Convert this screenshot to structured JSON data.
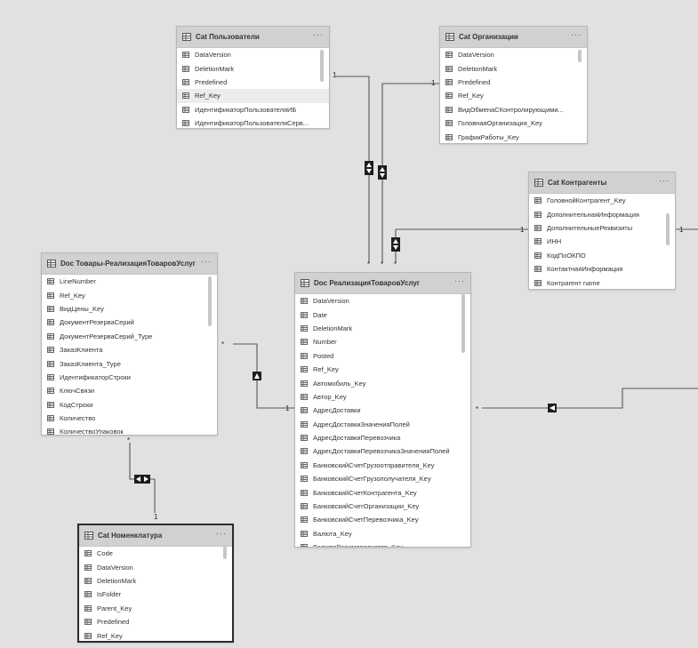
{
  "tables": {
    "users": {
      "title": "Cat Пользователи",
      "fields": [
        "DataVersion",
        "DeletionMark",
        "Predefined",
        "Ref_Key",
        "ИдентификаторПользователяИБ",
        "ИдентификаторПользователяСерв..."
      ]
    },
    "orgs": {
      "title": "Cat Организации",
      "fields": [
        "DataVersion",
        "DeletionMark",
        "Predefined",
        "Ref_Key",
        "ВидОбменаСКонтролирующими...",
        "ГоловнаяОрганизация_Key",
        "ГрафикРаботы_Key"
      ]
    },
    "contractors": {
      "title": "Cat Контрагенты",
      "fields": [
        "ГоловнойКонтрагент_Key",
        "ДополнительнаяИнформация",
        "ДополнительныеРеквизиты",
        "ИНН",
        "КодПоОКПО",
        "КонтактнаяИнформация",
        "Контрагент name"
      ]
    },
    "goods": {
      "title": "Doc Товары-РеализацияТоваровУслуг",
      "fields": [
        "LineNumber",
        "Ref_Key",
        "ВидЦены_Key",
        "ДокументРезерваСерий",
        "ДокументРезерваСерий_Type",
        "ЗаказКлиента",
        "ЗаказКлиента_Type",
        "ИдентификаторСтроки",
        "КлючСвязи",
        "КодСтроки",
        "Количество",
        "КоличествоУпаковок"
      ]
    },
    "sales": {
      "title": "Doc РеализацияТоваровУслуг",
      "fields": [
        "DataVersion",
        "Date",
        "DeletionMark",
        "Number",
        "Posted",
        "Ref_Key",
        "Автомобиль_Key",
        "Автор_Key",
        "АдресДоставки",
        "АдресДоставкиЗначенияПолей",
        "АдресДоставкиПеревозчика",
        "АдресДоставкиПеревозчикаЗначенияПолей",
        "БанковскийСчетГрузоотправителя_Key",
        "БанковскийСчетГрузополучателя_Key",
        "БанковскийСчетКонтрагента_Key",
        "БанковскийСчетОрганизации_Key",
        "БанковскийСчетПеревозчика_Key",
        "Валюта_Key",
        "ВалютаВзаиморасчетов_Key"
      ]
    },
    "nomen": {
      "title": "Cat Номенклатура",
      "fields": [
        "Code",
        "DataVersion",
        "DeletionMark",
        "IsFolder",
        "Parent_Key",
        "Predefined",
        "Ref_Key"
      ]
    }
  },
  "card_menu_glyph": "···",
  "cardinality": {
    "users_one": "1",
    "orgs_one": "1",
    "contractors_one": "1",
    "right_one": "1",
    "sales_many_1": "*",
    "sales_many_2": "*",
    "sales_many_3": "*",
    "goods_many": "*",
    "goods_one": "1",
    "sales_right_many": "*",
    "goods_bottom_many": "*",
    "nomen_one": "1"
  },
  "colors": {
    "canvas": "#e2e1e0",
    "header": "#d1d1d1",
    "line": "#555555",
    "selected_border": "#2b2b2b"
  },
  "icons": {
    "table": "table-icon",
    "field": "field-icon",
    "cross_filter_both": "cross-filter-both-icon",
    "cross_filter_single": "cross-filter-single-icon"
  }
}
